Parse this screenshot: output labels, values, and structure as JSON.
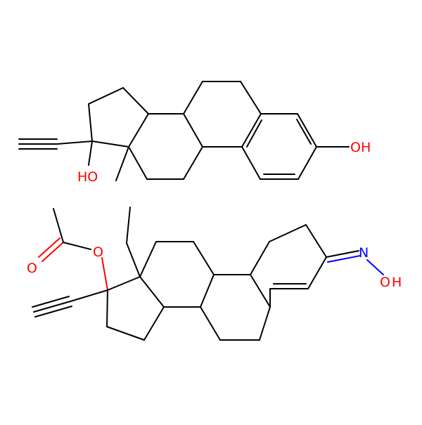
{
  "colors": {
    "bond": "#000000",
    "oxygen": "#ff0000",
    "nitrogen": "#0000ff",
    "background": "#ffffff"
  },
  "molecule_top": {
    "labels": {
      "oh_phenol": "OH",
      "oh_tertiary": "HO",
      "methyl": ""
    }
  },
  "molecule_bottom": {
    "labels": {
      "carbonyl_o": "O",
      "ester_o": "O",
      "oxime_n": "N",
      "oxime_o": "O",
      "oxime_h": "H"
    }
  }
}
